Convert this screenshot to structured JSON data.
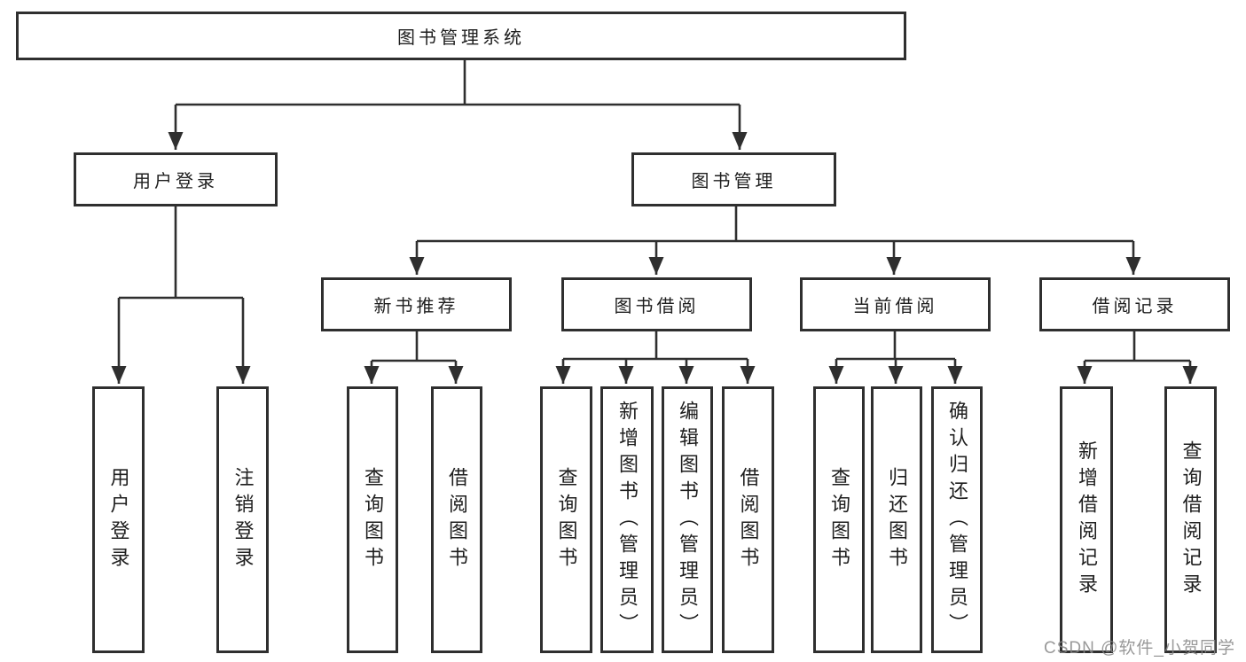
{
  "tree": {
    "root": {
      "label": "图书管理系统"
    },
    "user_login": {
      "label": "用户登录",
      "children": [
        {
          "label": "用户登录"
        },
        {
          "label": "注销登录"
        }
      ]
    },
    "book_management": {
      "label": "图书管理",
      "groups": [
        {
          "label": "新书推荐",
          "children": [
            {
              "label": "查询图书"
            },
            {
              "label": "借阅图书"
            }
          ]
        },
        {
          "label": "图书借阅",
          "children": [
            {
              "label": "查询图书"
            },
            {
              "label": "新增图书（管理员）"
            },
            {
              "label": "编辑图书（管理员）"
            },
            {
              "label": "借阅图书"
            }
          ]
        },
        {
          "label": "当前借阅",
          "children": [
            {
              "label": "查询图书"
            },
            {
              "label": "归还图书"
            },
            {
              "label": "确认归还（管理员）"
            }
          ]
        },
        {
          "label": "借阅记录",
          "children": [
            {
              "label": "新增借阅记录"
            },
            {
              "label": "查询借阅记录"
            }
          ]
        }
      ]
    }
  },
  "watermark": {
    "text": "CSDN @软件_小贺同学"
  },
  "colors": {
    "line": "#2f2f2f",
    "box_border": "#2f2f2f",
    "text": "#1e1e1e",
    "watermark": "#878787",
    "background": "#ffffff"
  }
}
